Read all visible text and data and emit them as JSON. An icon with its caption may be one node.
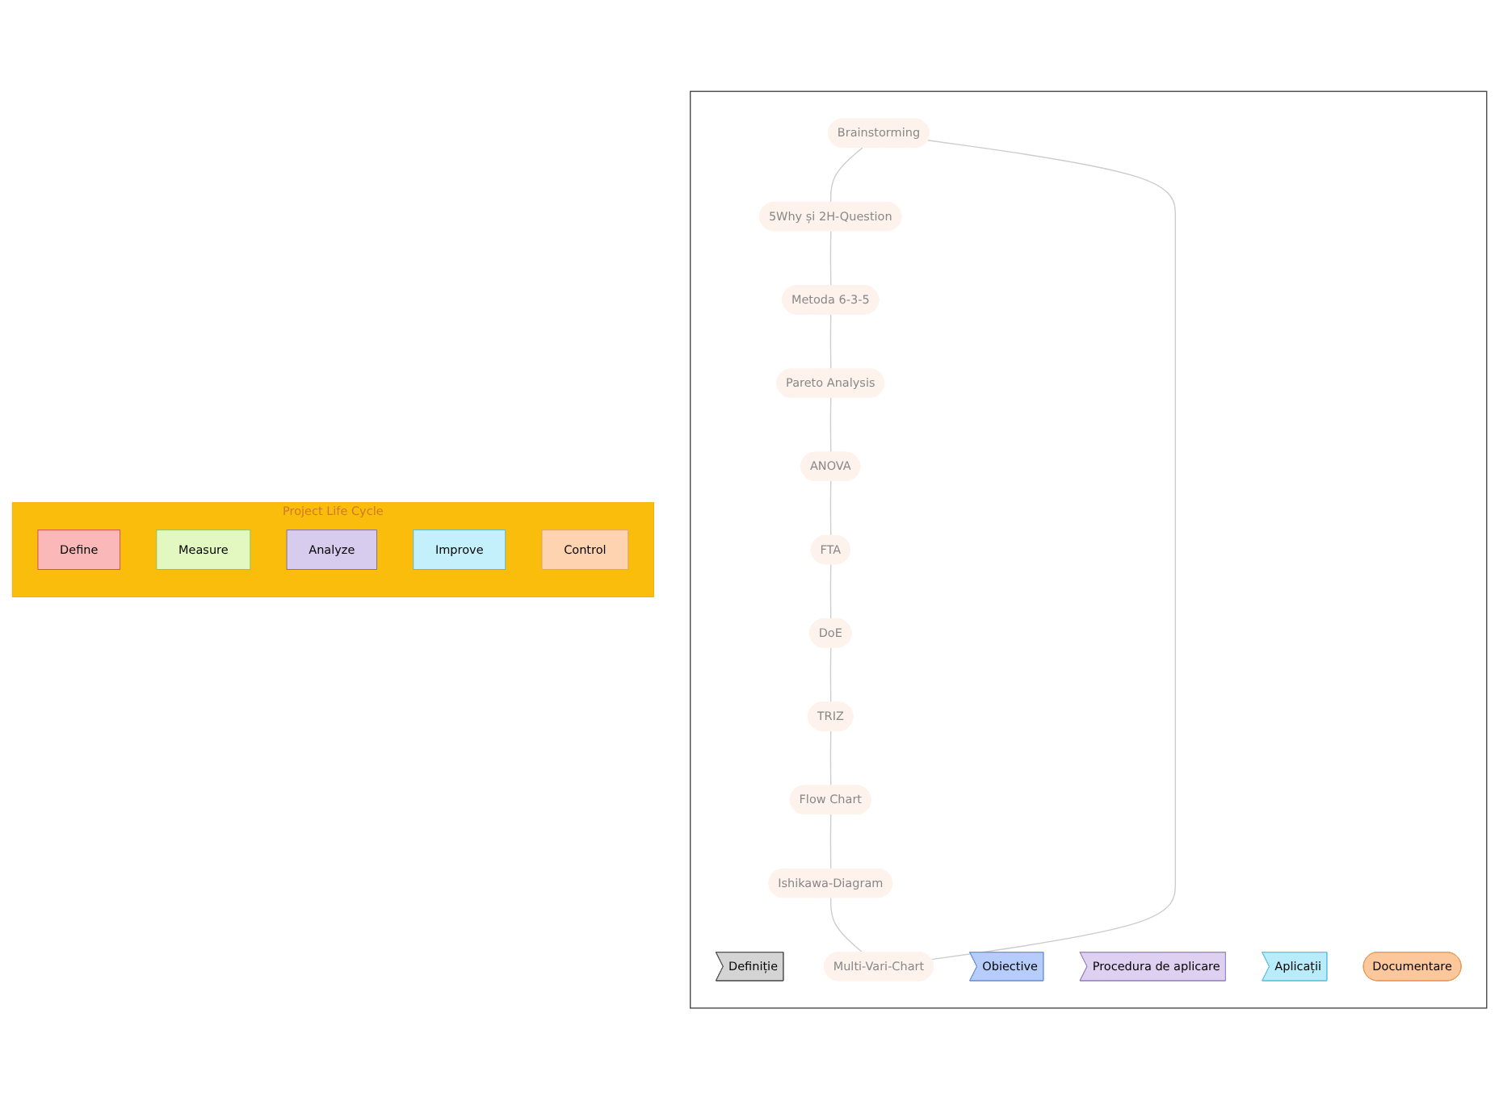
{
  "diagram": {
    "nodes": [
      {
        "text": [],
        "shape": "box"
      },
      {
        "text": [
          "Definiție"
        ],
        "in": 0
      },
      {
        "text": [
          "Obiective"
        ],
        "in": 0
      },
      {
        "text": [
          "Procedura de aplicare"
        ],
        "in": 0
      },
      {
        "text": [
          "Aplicații"
        ],
        "in": 0
      },
      {
        "text": [
          "Documentare"
        ],
        "in": 0
      },
      {
        "text": [
          "Brainstorming"
        ],
        "in": 0
      },
      {
        "text": [
          "Ishikawa-Diagram"
        ],
        "in": 0
      },
      {
        "text": [
          "5Why și 2H-Question"
        ],
        "in": 0
      },
      {
        "text": [
          "Multi-Vari-Chart"
        ],
        "in": 0
      },
      {
        "text": [
          "Flow Chart"
        ],
        "in": 0
      },
      {
        "text": [
          "Metoda 6-3-5"
        ],
        "in": 0
      },
      {
        "text": [
          "FTA"
        ],
        "in": 0
      },
      {
        "text": [
          "TRIZ"
        ],
        "in": 0
      },
      {
        "text": [
          "Pareto Analysis"
        ],
        "in": 0
      },
      {
        "text": [
          "DoE"
        ],
        "in": 0
      },
      {
        "text": [
          "ANOVA"
        ],
        "in": 0
      },
      {
        "text": [
          "Project Life Cycle"
        ]
      },
      {
        "text": [
          "Define"
        ],
        "in": 17
      },
      {
        "text": [
          "Measure"
        ],
        "in": 17
      },
      {
        "text": [
          "Analyze"
        ],
        "in": 17
      },
      {
        "text": [
          "Improve"
        ],
        "in": 17
      },
      {
        "text": [
          "Control"
        ],
        "in": 17
      }
    ],
    "edges": [
      {
        "from": 6,
        "to": 8,
        "arrow": "none"
      },
      {
        "from": 8,
        "to": 11,
        "arrow": "none"
      },
      {
        "from": 11,
        "to": 14,
        "arrow": "none"
      },
      {
        "from": 14,
        "to": 16,
        "arrow": "none"
      },
      {
        "from": 16,
        "to": 12,
        "arrow": "none"
      },
      {
        "from": 12,
        "to": 15,
        "arrow": "none"
      },
      {
        "from": 15,
        "to": 13,
        "arrow": "none"
      },
      {
        "from": 13,
        "to": 10,
        "arrow": "none"
      },
      {
        "from": 10,
        "to": 7,
        "arrow": "none"
      },
      {
        "from": 7,
        "to": 9,
        "arrow": "none"
      },
      {
        "from": 9,
        "to": 6,
        "arrow": "none"
      }
    ]
  }
}
